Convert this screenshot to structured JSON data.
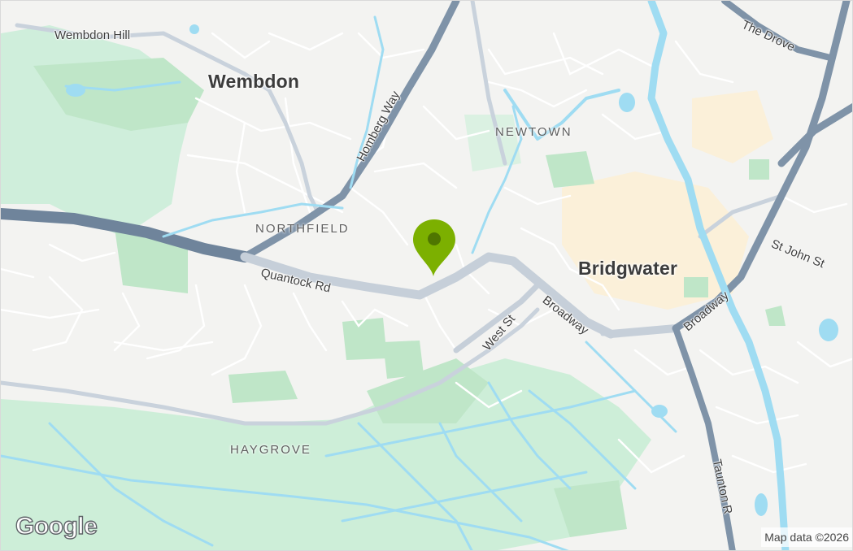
{
  "map": {
    "labels": {
      "wembdon_hill": "Wembdon Hill",
      "wembdon": "Wembdon",
      "homberg_way": "Homberg Way",
      "newtown": "NEWTOWN",
      "the_drove": "The Drove",
      "northfield": "NORTHFIELD",
      "quantock_rd": "Quantock Rd",
      "bridgwater": "Bridgwater",
      "st_john_st": "St John St",
      "broadway_1": "Broadway",
      "broadway_2": "Broadway",
      "west_st": "West St",
      "haygrove": "HAYGROVE",
      "taunton_rd": "Taunton R"
    },
    "marker": {
      "color": "#7cb000",
      "icon": "map-pin-icon"
    },
    "logo": "Google",
    "attribution": "Map data ©2026"
  },
  "colors": {
    "land": "#f3f3f1",
    "park": "#bfe6c8",
    "water": "#9fdcf2",
    "major_road": "#7f93a8",
    "minor_road": "#c9d2dc",
    "urban": "#fbf0d9"
  }
}
